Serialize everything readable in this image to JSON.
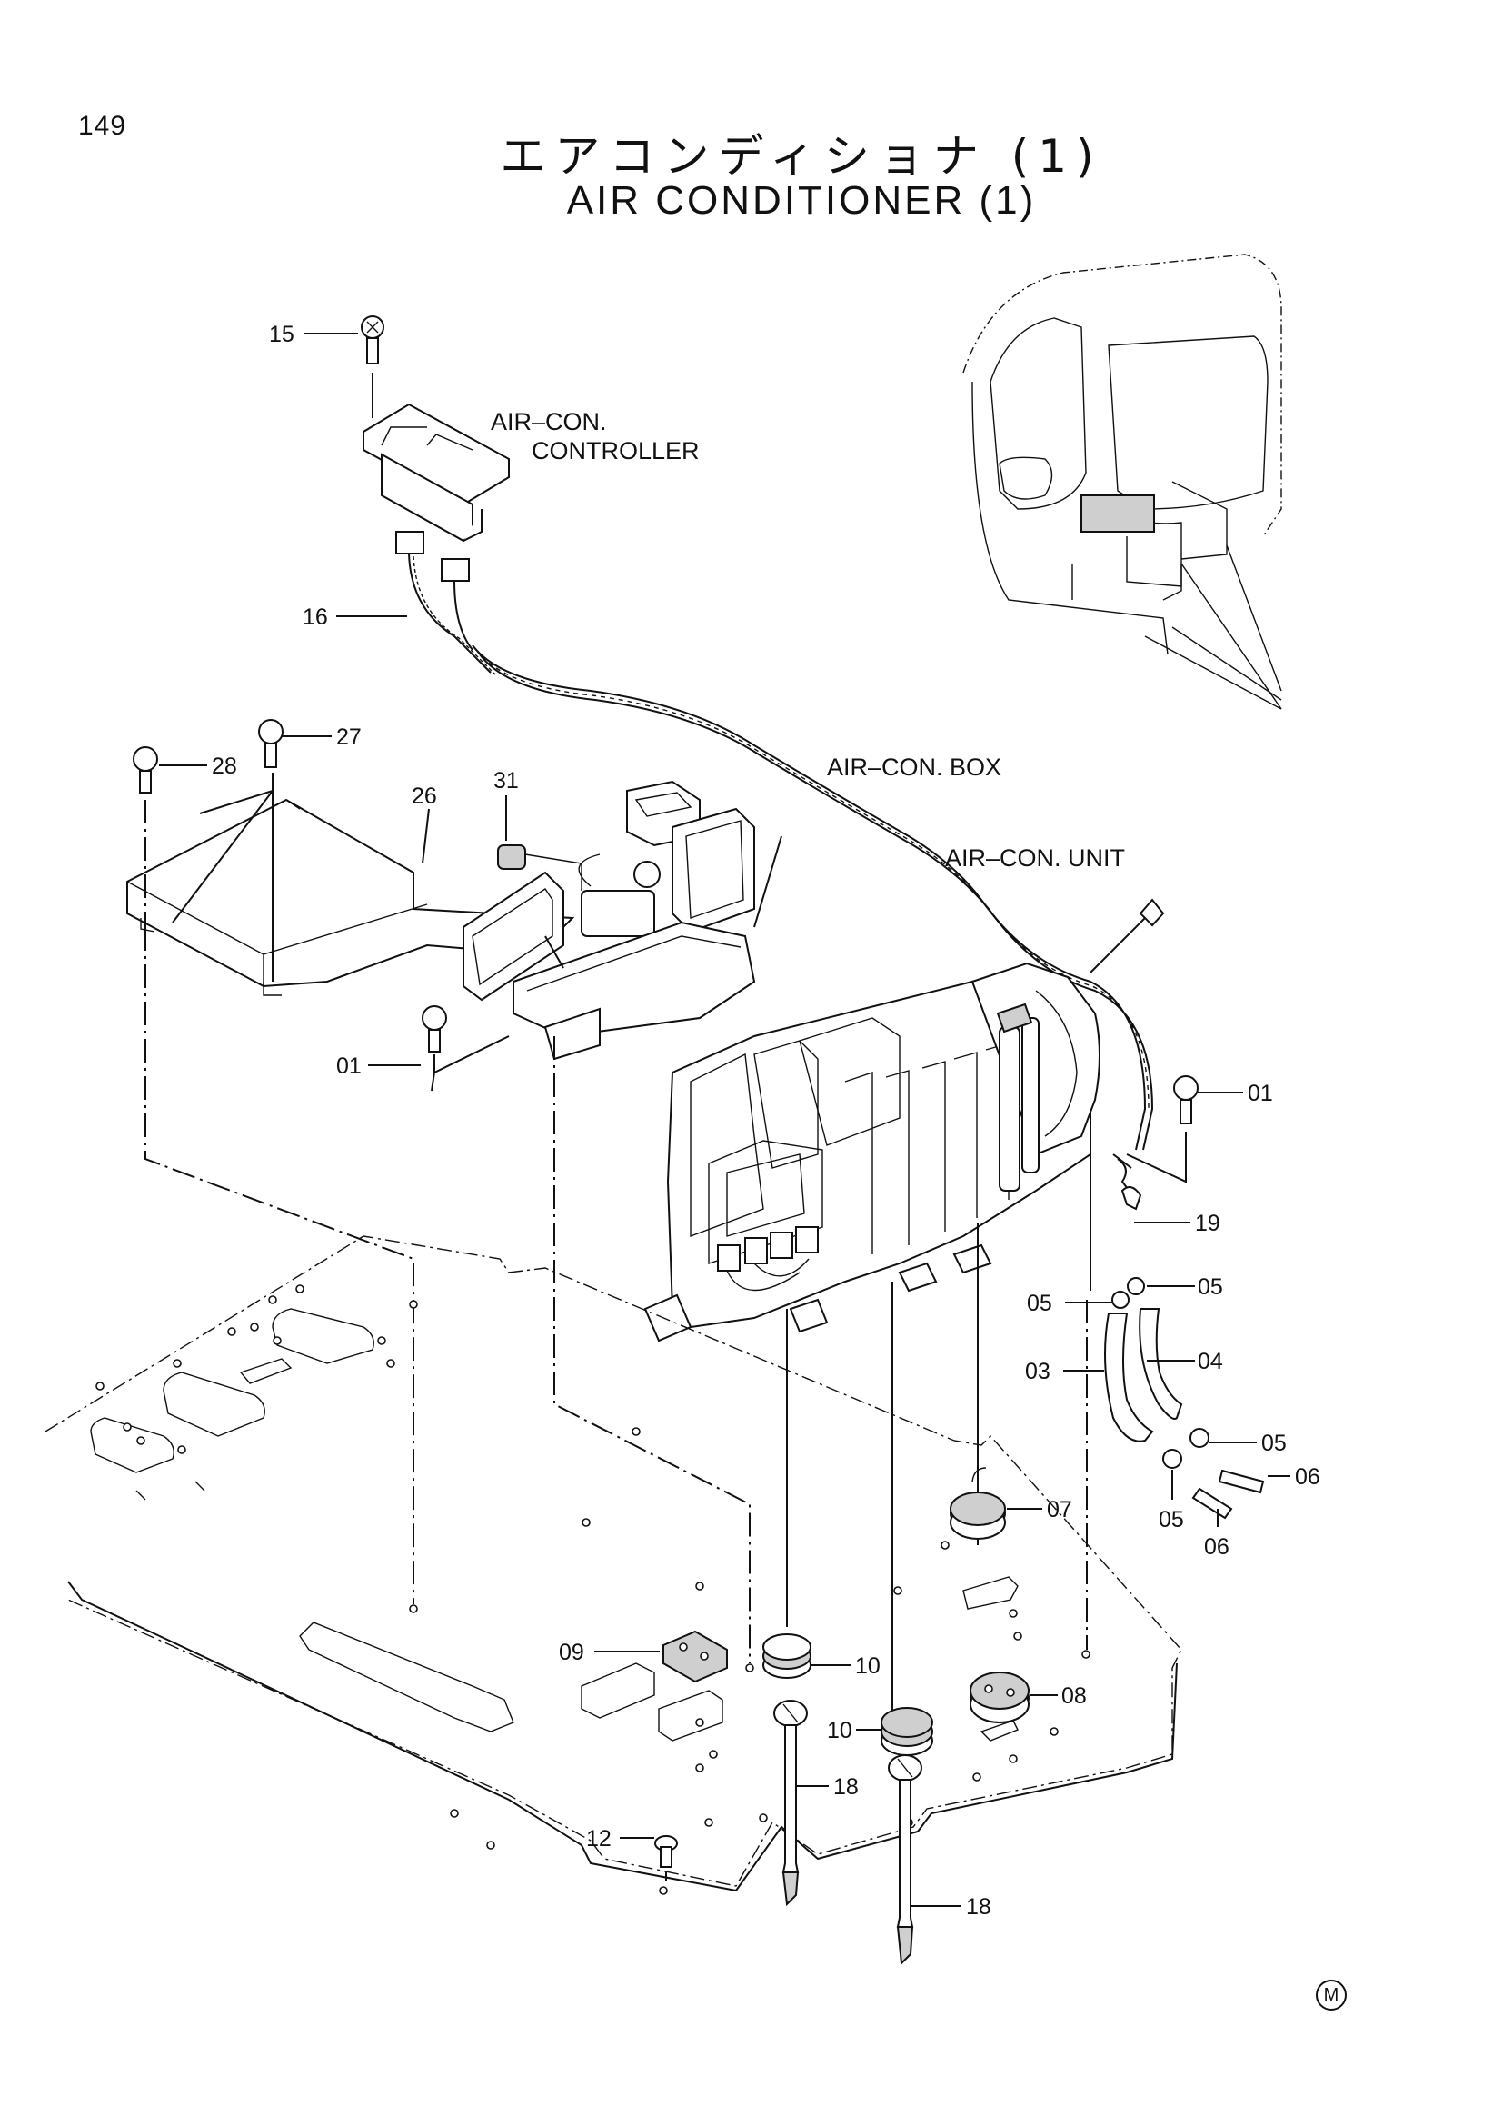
{
  "page_number": "149",
  "title_jp": "エアコンディショナ (1)",
  "title_en": "AIR CONDITIONER (1)",
  "labels": {
    "controller": [
      "AIR–CON.",
      "CONTROLLER"
    ],
    "box": "AIR–CON. BOX",
    "unit": "AIR–CON. UNIT"
  },
  "callouts": [
    "15",
    "16",
    "28",
    "27",
    "26",
    "31",
    "01",
    "01",
    "19",
    "05",
    "05",
    "04",
    "03",
    "05",
    "06",
    "05",
    "06",
    "07",
    "09",
    "10",
    "08",
    "10",
    "18",
    "12",
    "18"
  ],
  "mark": "M"
}
